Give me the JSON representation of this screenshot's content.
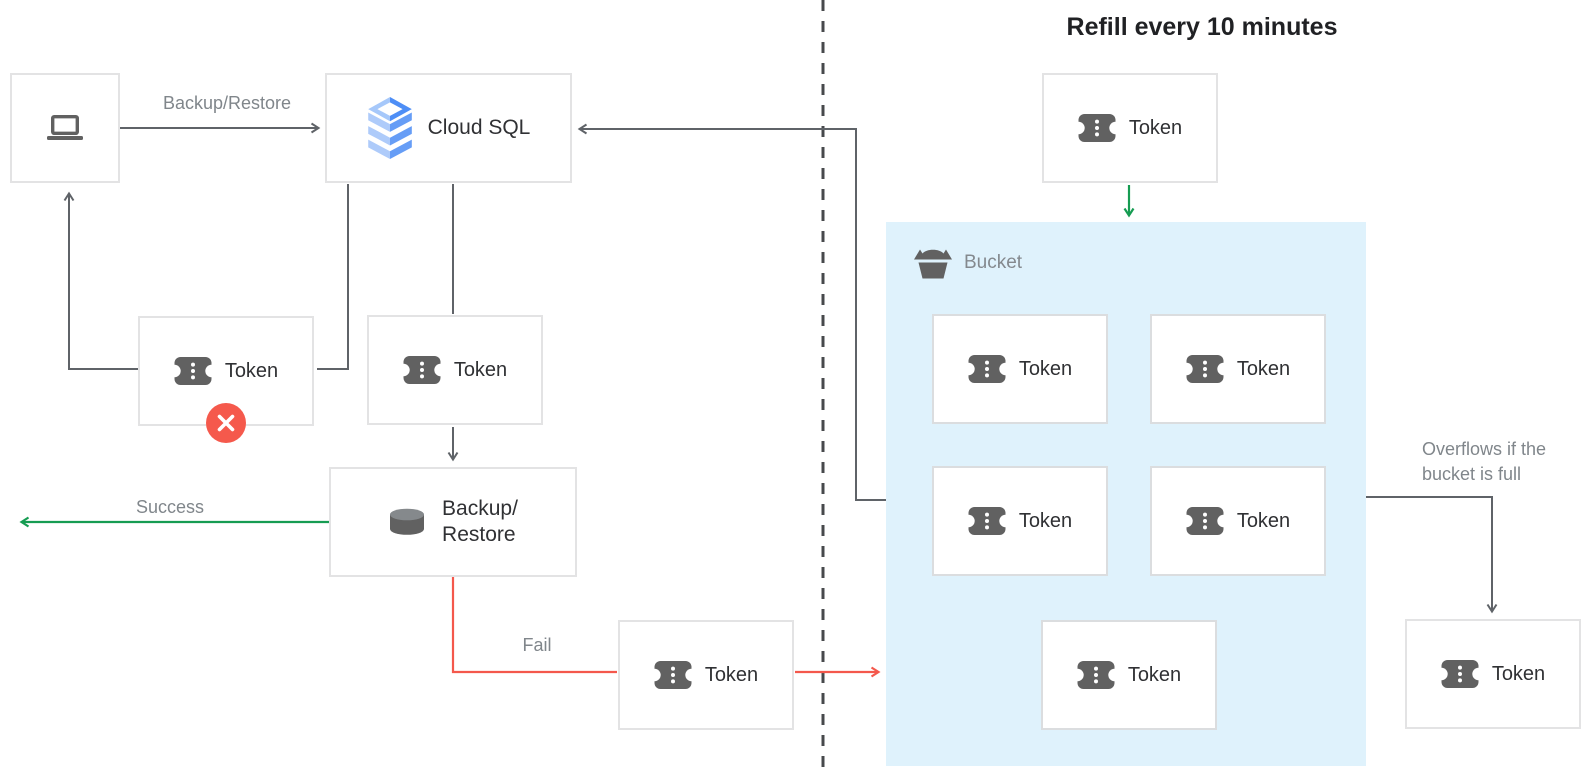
{
  "title": "Refill every 10 minutes",
  "nodes": {
    "client": {
      "icon": "laptop-icon"
    },
    "cloud_sql": {
      "label": "Cloud SQL",
      "icon": "cloud-sql-icon"
    },
    "token": {
      "label": "Token",
      "icon": "token-ticket-icon"
    },
    "backup_restore": {
      "label_line1": "Backup/",
      "label_line2": "Restore",
      "icon": "database-icon"
    },
    "bucket": {
      "label": "Bucket",
      "icon": "bucket-icon",
      "token_count": 5
    }
  },
  "edges": {
    "request_label": "Backup/Restore",
    "success_label": "Success",
    "fail_label": "Fail",
    "overflow_label": "Overflows if the bucket is full"
  },
  "badges": {
    "failed_token": "x-cross-badge"
  },
  "colors": {
    "wire_gray": "#5F6368",
    "success_green": "#169C52",
    "fail_red": "#F4584C",
    "badge_red": "#F5594C",
    "bucket_fill": "#DFF2FC",
    "icon_gray": "#616161",
    "node_text": "#303134",
    "label_gray": "#80868B",
    "title_dark": "#202124",
    "cloud_sql_blue_light": "#AECBFA",
    "cloud_sql_blue_mid": "#669DF6",
    "cloud_sql_blue_dark": "#4E8EF6"
  }
}
